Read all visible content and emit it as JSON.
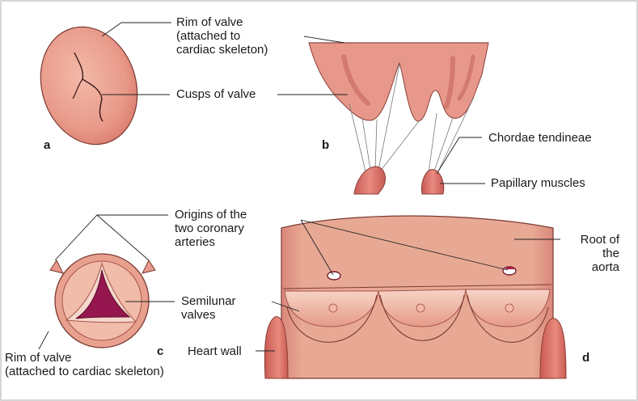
{
  "panels": {
    "a": "a",
    "b": "b",
    "c": "c",
    "d": "d"
  },
  "labels": {
    "rim_of_valve_top": "Rim of valve\n(attached to\ncardiac skeleton)",
    "cusps_of_valve": "Cusps of valve",
    "chordae_tendineae": "Chordae tendineae",
    "papillary_muscles": "Papillary muscles",
    "origins_coronary": "Origins of the\ntwo coronary\narteries",
    "root_of_aorta": "Root of\nthe\naorta",
    "semilunar_valves": "Semilunar\nvalves",
    "heart_wall": "Heart wall",
    "rim_of_valve_bottom": "Rim of valve\n(attached to cardiac skeleton)"
  },
  "colors": {
    "tissue_fill": "#e9998c",
    "tissue_dark": "#c8665c",
    "tissue_light": "#f4c9bd",
    "aorta_fill": "#e7a590",
    "valve_inner": "#96164f",
    "line": "#333333",
    "border": "#c9c9c9"
  }
}
